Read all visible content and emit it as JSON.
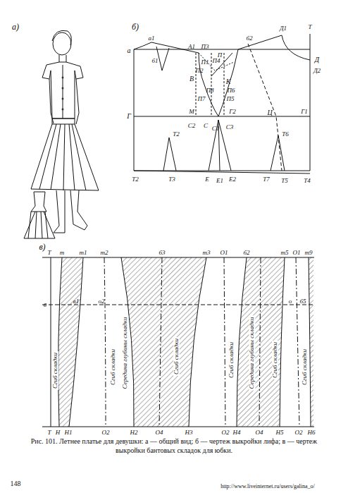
{
  "diagram": {
    "caption": "Рис. 101. Летнее платье для девушки: а — общий вид; б — чертеж выкройки лифа; в — чертеж выкройки бантовых складок для юбки.",
    "labels": [
      "а)",
      "б)",
      "а",
      "а1",
      "б1",
      "А1",
      "П3",
      "П2",
      "П1",
      "П4",
      "П",
      "В",
      "К",
      "П7",
      "П8",
      "П5",
      "П6",
      "Г",
      "М",
      "Г2",
      "С2",
      "С",
      "С1",
      "С3",
      "Ц",
      "Г1",
      "Т2",
      "Т6",
      "Т2",
      "Т3",
      "Е",
      "Е1",
      "Е2",
      "Т7",
      "Т5",
      "Т4",
      "б2",
      "Д1",
      "Т",
      "Д",
      "Д2",
      "в)",
      "Т",
      "т",
      "т1",
      "т2",
      "б3",
      "т3",
      "О1",
      "б2",
      "т5",
      "О1",
      "т9",
      "в",
      "в1",
      "о2",
      "о",
      "б5",
      "Т",
      "Н",
      "Н1",
      "О2",
      "Н2",
      "О4",
      "Н3",
      "О2",
      "Н4",
      "О4",
      "Н5",
      "О2",
      "Н6",
      "Сгиб складки",
      "Сгиб складки",
      "Середина глубины складки",
      "Сгиб складки",
      "Сгиб складки",
      "Середина глубины складки",
      "Сгиб складки",
      "Сгиб складки",
      "148",
      "http://www.liveinternet.ru/users/galina_o/"
    ]
  }
}
